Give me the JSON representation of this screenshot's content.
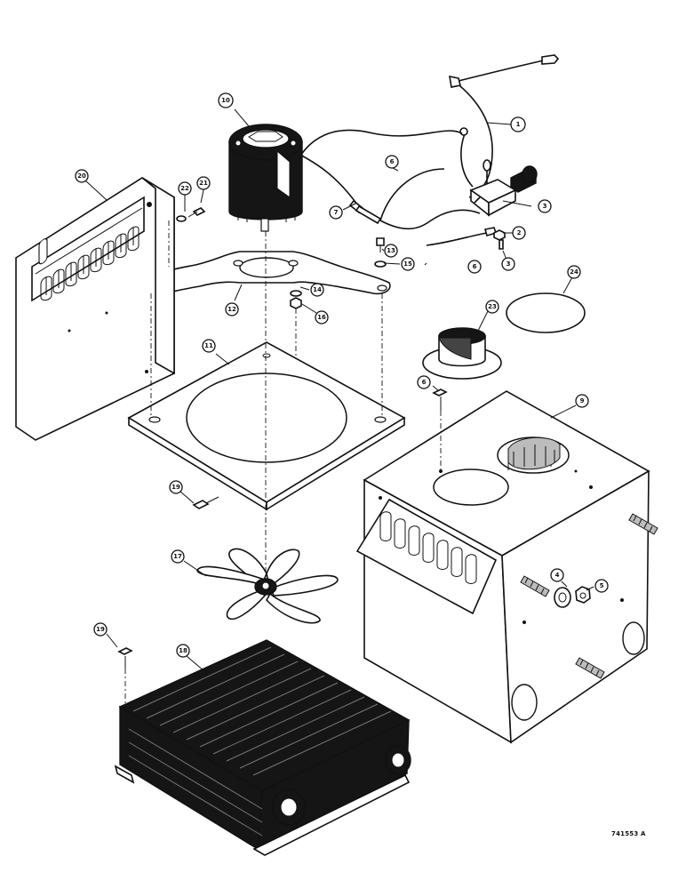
{
  "figure_code": "741553 A",
  "callouts": [
    {
      "id": "c1",
      "label": "1"
    },
    {
      "id": "c2",
      "label": "2"
    },
    {
      "id": "c3a",
      "label": "3"
    },
    {
      "id": "c3b",
      "label": "3"
    },
    {
      "id": "c4",
      "label": "4"
    },
    {
      "id": "c5",
      "label": "5"
    },
    {
      "id": "c6a",
      "label": "6"
    },
    {
      "id": "c6b",
      "label": "6"
    },
    {
      "id": "c6c",
      "label": "6"
    },
    {
      "id": "c7",
      "label": "7"
    },
    {
      "id": "c9",
      "label": "9"
    },
    {
      "id": "c10",
      "label": "10"
    },
    {
      "id": "c11",
      "label": "11"
    },
    {
      "id": "c12",
      "label": "12"
    },
    {
      "id": "c13",
      "label": "13"
    },
    {
      "id": "c14",
      "label": "14"
    },
    {
      "id": "c15",
      "label": "15"
    },
    {
      "id": "c16",
      "label": "16"
    },
    {
      "id": "c17",
      "label": "17"
    },
    {
      "id": "c18",
      "label": "18"
    },
    {
      "id": "c19a",
      "label": "19"
    },
    {
      "id": "c19b",
      "label": "19"
    },
    {
      "id": "c20",
      "label": "20"
    },
    {
      "id": "c21",
      "label": "21"
    },
    {
      "id": "c22",
      "label": "22"
    },
    {
      "id": "c23",
      "label": "23"
    },
    {
      "id": "c24",
      "label": "24"
    }
  ]
}
